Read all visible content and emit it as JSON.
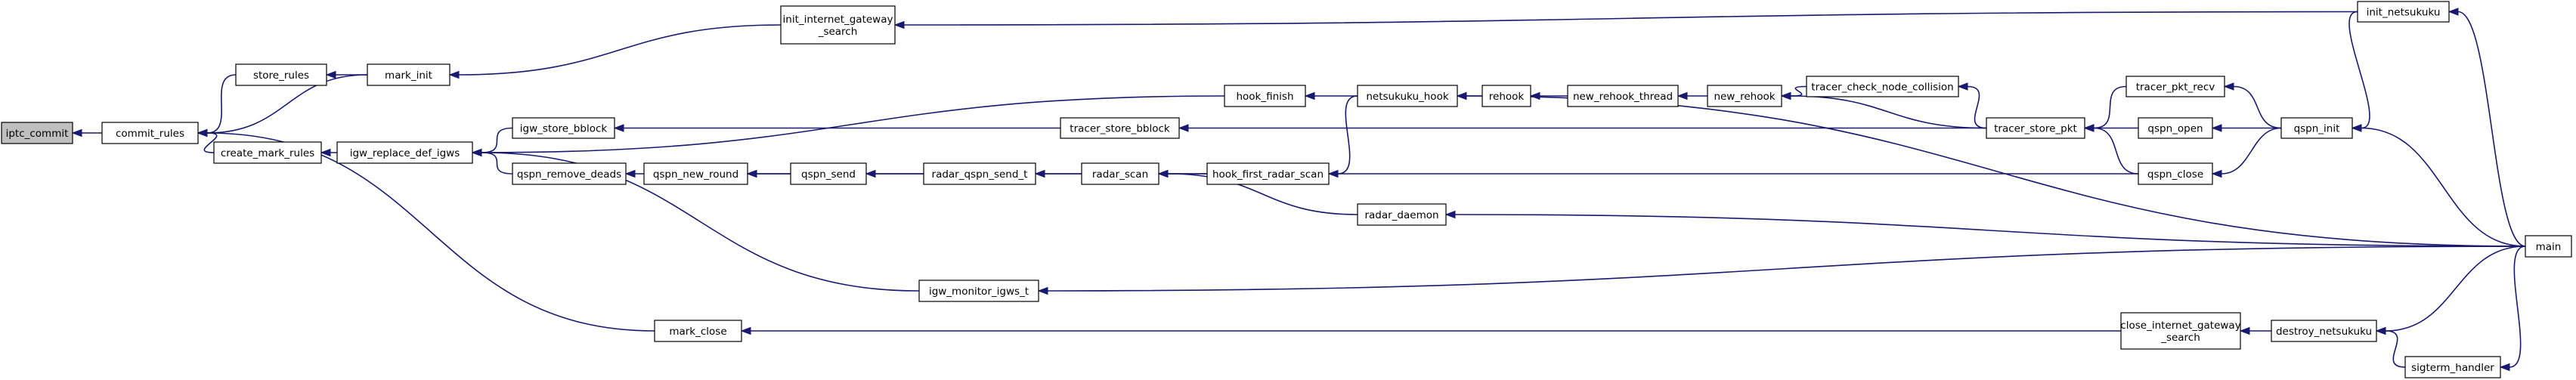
{
  "colors": {
    "edge": "#191970",
    "node_fill": "#ffffff",
    "root_fill": "#bfbfbf",
    "node_border": "#000000"
  },
  "nodes": [
    {
      "id": "iptc_commit",
      "lines": [
        "iptc_commit"
      ]
    },
    {
      "id": "commit_rules",
      "lines": [
        "commit_rules"
      ]
    },
    {
      "id": "store_rules",
      "lines": [
        "store_rules"
      ]
    },
    {
      "id": "mark_init",
      "lines": [
        "mark_init"
      ]
    },
    {
      "id": "create_mark_rules",
      "lines": [
        "create_mark_rules"
      ]
    },
    {
      "id": "igw_replace_def_igws",
      "lines": [
        "igw_replace_def_igws"
      ]
    },
    {
      "id": "mark_close",
      "lines": [
        "mark_close"
      ]
    },
    {
      "id": "init_internet_gateway_search",
      "lines": [
        "init_internet_gateway",
        "_search"
      ]
    },
    {
      "id": "igw_store_bblock",
      "lines": [
        "igw_store_bblock"
      ]
    },
    {
      "id": "qspn_remove_deads",
      "lines": [
        "qspn_remove_deads"
      ]
    },
    {
      "id": "qspn_new_round",
      "lines": [
        "qspn_new_round"
      ]
    },
    {
      "id": "qspn_send",
      "lines": [
        "qspn_send"
      ]
    },
    {
      "id": "radar_qspn_send_t",
      "lines": [
        "radar_qspn_send_t"
      ]
    },
    {
      "id": "igw_monitor_igws_t",
      "lines": [
        "igw_monitor_igws_t"
      ]
    },
    {
      "id": "tracer_store_bblock",
      "lines": [
        "tracer_store_bblock"
      ]
    },
    {
      "id": "hook_finish",
      "lines": [
        "hook_finish"
      ]
    },
    {
      "id": "radar_scan",
      "lines": [
        "radar_scan"
      ]
    },
    {
      "id": "hook_first_radar_scan",
      "lines": [
        "hook_first_radar_scan"
      ]
    },
    {
      "id": "radar_daemon",
      "lines": [
        "radar_daemon"
      ]
    },
    {
      "id": "netsukuku_hook",
      "lines": [
        "netsukuku_hook"
      ]
    },
    {
      "id": "rehook",
      "lines": [
        "rehook"
      ]
    },
    {
      "id": "new_rehook_thread",
      "lines": [
        "new_rehook_thread"
      ]
    },
    {
      "id": "new_rehook",
      "lines": [
        "new_rehook"
      ]
    },
    {
      "id": "tracer_check_node_collision",
      "lines": [
        "tracer_check_node_collision"
      ]
    },
    {
      "id": "tracer_store_pkt",
      "lines": [
        "tracer_store_pkt"
      ]
    },
    {
      "id": "tracer_pkt_recv",
      "lines": [
        "tracer_pkt_recv"
      ]
    },
    {
      "id": "qspn_open",
      "lines": [
        "qspn_open"
      ]
    },
    {
      "id": "qspn_close",
      "lines": [
        "qspn_close"
      ]
    },
    {
      "id": "qspn_init",
      "lines": [
        "qspn_init"
      ]
    },
    {
      "id": "init_netsukuku",
      "lines": [
        "init_netsukuku"
      ]
    },
    {
      "id": "close_internet_gateway_search",
      "lines": [
        "close_internet_gateway",
        "_search"
      ]
    },
    {
      "id": "destroy_netsukuku",
      "lines": [
        "destroy_netsukuku"
      ]
    },
    {
      "id": "sigterm_handler",
      "lines": [
        "sigterm_handler"
      ]
    },
    {
      "id": "main",
      "lines": [
        "main"
      ]
    }
  ],
  "edges": [
    [
      "commit_rules",
      "iptc_commit"
    ],
    [
      "store_rules",
      "commit_rules"
    ],
    [
      "mark_init",
      "commit_rules"
    ],
    [
      "create_mark_rules",
      "commit_rules"
    ],
    [
      "mark_close",
      "commit_rules"
    ],
    [
      "mark_init",
      "store_rules"
    ],
    [
      "init_internet_gateway_search",
      "mark_init"
    ],
    [
      "igw_replace_def_igws",
      "create_mark_rules"
    ],
    [
      "hook_finish",
      "igw_replace_def_igws"
    ],
    [
      "igw_store_bblock",
      "igw_replace_def_igws"
    ],
    [
      "qspn_remove_deads",
      "igw_replace_def_igws"
    ],
    [
      "igw_monitor_igws_t",
      "igw_replace_def_igws"
    ],
    [
      "tracer_store_bblock",
      "igw_store_bblock"
    ],
    [
      "qspn_new_round",
      "qspn_remove_deads"
    ],
    [
      "qspn_send",
      "qspn_new_round"
    ],
    [
      "qspn_close",
      "qspn_new_round"
    ],
    [
      "radar_qspn_send_t",
      "qspn_send"
    ],
    [
      "radar_scan",
      "radar_qspn_send_t"
    ],
    [
      "hook_first_radar_scan",
      "radar_scan"
    ],
    [
      "radar_daemon",
      "radar_scan"
    ],
    [
      "netsukuku_hook",
      "hook_finish"
    ],
    [
      "netsukuku_hook",
      "hook_first_radar_scan"
    ],
    [
      "tracer_store_pkt",
      "tracer_store_bblock"
    ],
    [
      "main",
      "igw_monitor_igws_t"
    ],
    [
      "main",
      "radar_daemon"
    ],
    [
      "rehook",
      "netsukuku_hook"
    ],
    [
      "main",
      "netsukuku_hook"
    ],
    [
      "new_rehook_thread",
      "rehook"
    ],
    [
      "new_rehook",
      "new_rehook_thread"
    ],
    [
      "tracer_check_node_collision",
      "new_rehook"
    ],
    [
      "tracer_store_pkt",
      "new_rehook"
    ],
    [
      "tracer_store_pkt",
      "tracer_check_node_collision"
    ],
    [
      "tracer_pkt_recv",
      "tracer_store_pkt"
    ],
    [
      "qspn_open",
      "tracer_store_pkt"
    ],
    [
      "qspn_close",
      "tracer_store_pkt"
    ],
    [
      "qspn_init",
      "tracer_pkt_recv"
    ],
    [
      "qspn_init",
      "qspn_open"
    ],
    [
      "qspn_init",
      "qspn_close"
    ],
    [
      "init_netsukuku",
      "qspn_init"
    ],
    [
      "init_netsukuku",
      "init_internet_gateway_search"
    ],
    [
      "main",
      "init_netsukuku"
    ],
    [
      "main",
      "qspn_init"
    ],
    [
      "close_internet_gateway_search",
      "mark_close"
    ],
    [
      "destroy_netsukuku",
      "close_internet_gateway_search"
    ],
    [
      "sigterm_handler",
      "destroy_netsukuku"
    ],
    [
      "main",
      "destroy_netsukuku"
    ],
    [
      "main",
      "sigterm_handler"
    ]
  ]
}
